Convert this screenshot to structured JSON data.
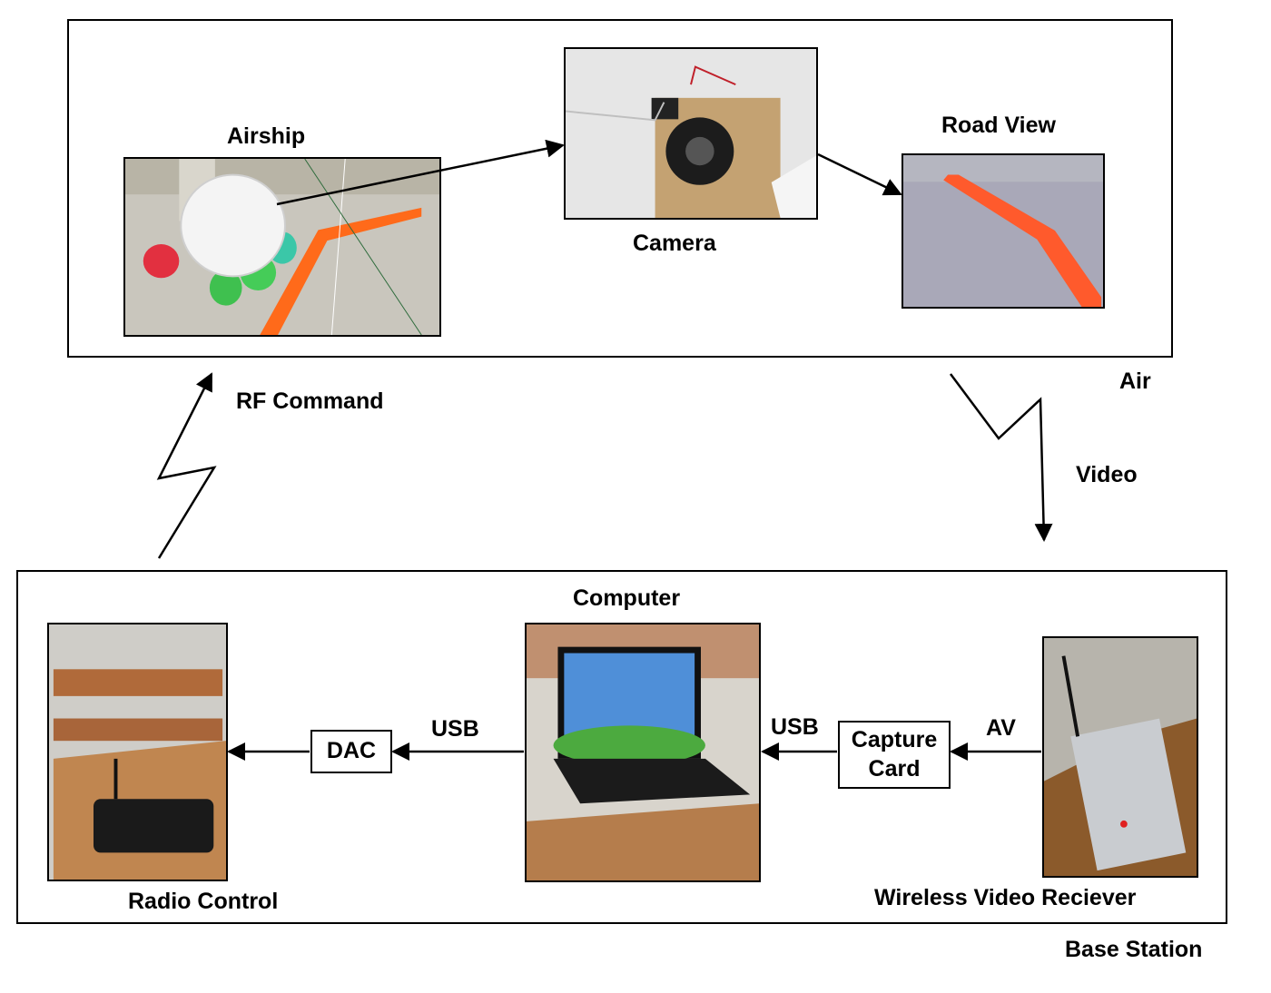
{
  "air": {
    "label": "Air",
    "airship_label": "Airship",
    "camera_label": "Camera",
    "road_view_label": "Road View"
  },
  "links": {
    "rf_command": "RF Command",
    "video": "Video"
  },
  "base": {
    "label": "Base Station",
    "computer_label": "Computer",
    "radio_control_label": "Radio Control",
    "receiver_label": "Wireless Video Reciever",
    "dac": "DAC",
    "capture_line1": "Capture",
    "capture_line2": "Card",
    "usb_left": "USB",
    "usb_right": "USB",
    "av": "AV"
  }
}
